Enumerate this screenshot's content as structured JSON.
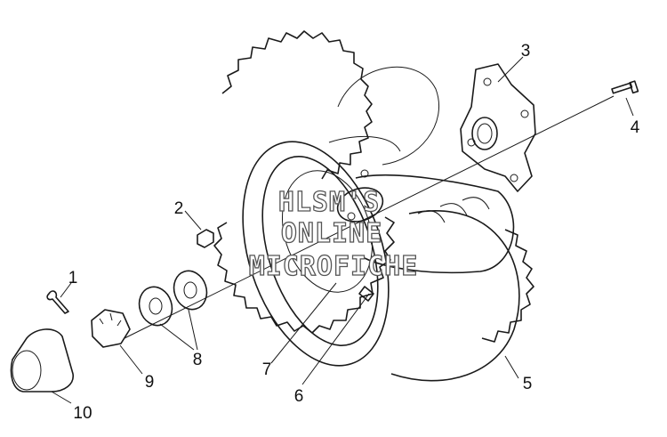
{
  "callouts": [
    "1",
    "2",
    "3",
    "4",
    "5",
    "6",
    "7",
    "8",
    "9",
    "10"
  ],
  "watermark": [
    "HLSM'S",
    "ONLINE",
    "MICROFICHE"
  ],
  "parts": [
    {
      "callout": "1",
      "icon": "cotter-pin-icon"
    },
    {
      "callout": "2",
      "icon": "nut-icon"
    },
    {
      "callout": "3",
      "icon": "hub-icon"
    },
    {
      "callout": "4",
      "icon": "bolt-icon"
    },
    {
      "callout": "5",
      "icon": "tire-icon"
    },
    {
      "callout": "6",
      "icon": "valve-stem-icon"
    },
    {
      "callout": "7",
      "icon": "wheel-rim-icon"
    },
    {
      "callout": "8",
      "icon": "washer-icon"
    },
    {
      "callout": "9",
      "icon": "castle-nut-icon"
    },
    {
      "callout": "10",
      "icon": "dust-cap-icon"
    }
  ]
}
